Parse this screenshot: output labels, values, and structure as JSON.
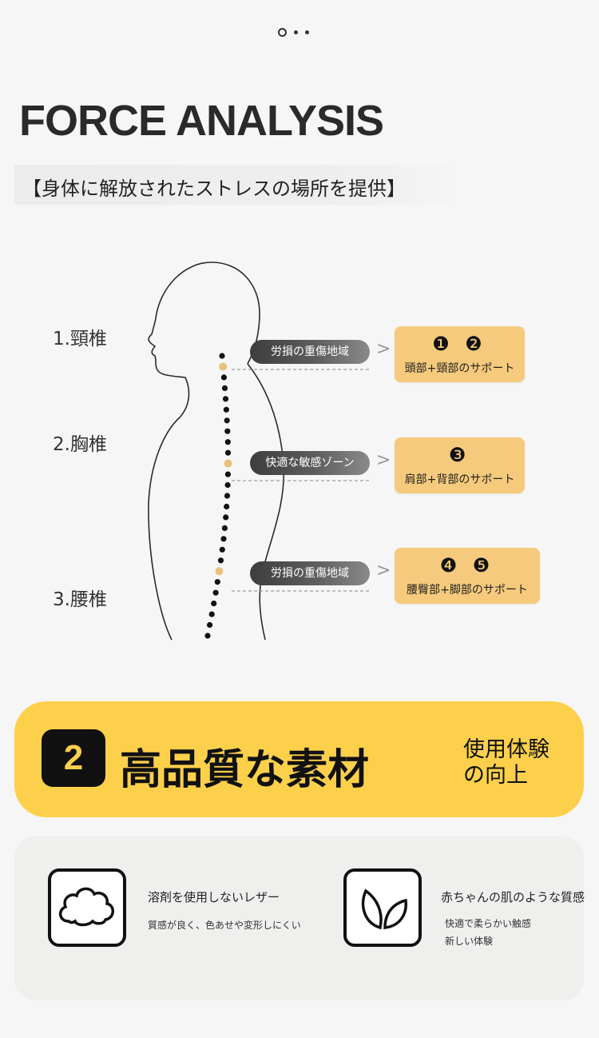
{
  "header": {
    "title": "FORCE ANALYSIS",
    "subtitle": "【身体に解放されたストレスの場所を提供】"
  },
  "diagram": {
    "vertebrae": [
      {
        "label": "1.頸椎"
      },
      {
        "label": "2.胸椎"
      },
      {
        "label": "3.腰椎"
      }
    ],
    "zones": [
      {
        "zone": "労損の重傷地域",
        "arrow": ">",
        "numbers": "❶ ❷",
        "support": "頭部+頸部のサポート"
      },
      {
        "zone": "快適な敏感ゾーン",
        "arrow": ">",
        "numbers": "❸",
        "support": "肩部+背部のサポート"
      },
      {
        "zone": "労損の重傷地域",
        "arrow": ">",
        "numbers": "❹ ❺",
        "support": "腰臀部+脚部のサポート"
      }
    ],
    "colors": {
      "card": "#f5ca7c",
      "highlight_dot": "#e8c27a",
      "spine_dot": "#111111"
    }
  },
  "feature": {
    "number": "2",
    "title": "高品質な素材",
    "tag_line1": "使用体験",
    "tag_line2": "の向上",
    "color": "#fcd04b"
  },
  "materials": [
    {
      "icon": "cloud-icon",
      "title": "溶剤を使用しないレザー",
      "desc_lines": [
        "質感が良く、色あせや変形しにくい"
      ]
    },
    {
      "icon": "leaf-icon",
      "title": "赤ちゃんの肌のような質感",
      "desc_lines": [
        "快適で柔らかい触感",
        "新しい体験"
      ]
    }
  ]
}
